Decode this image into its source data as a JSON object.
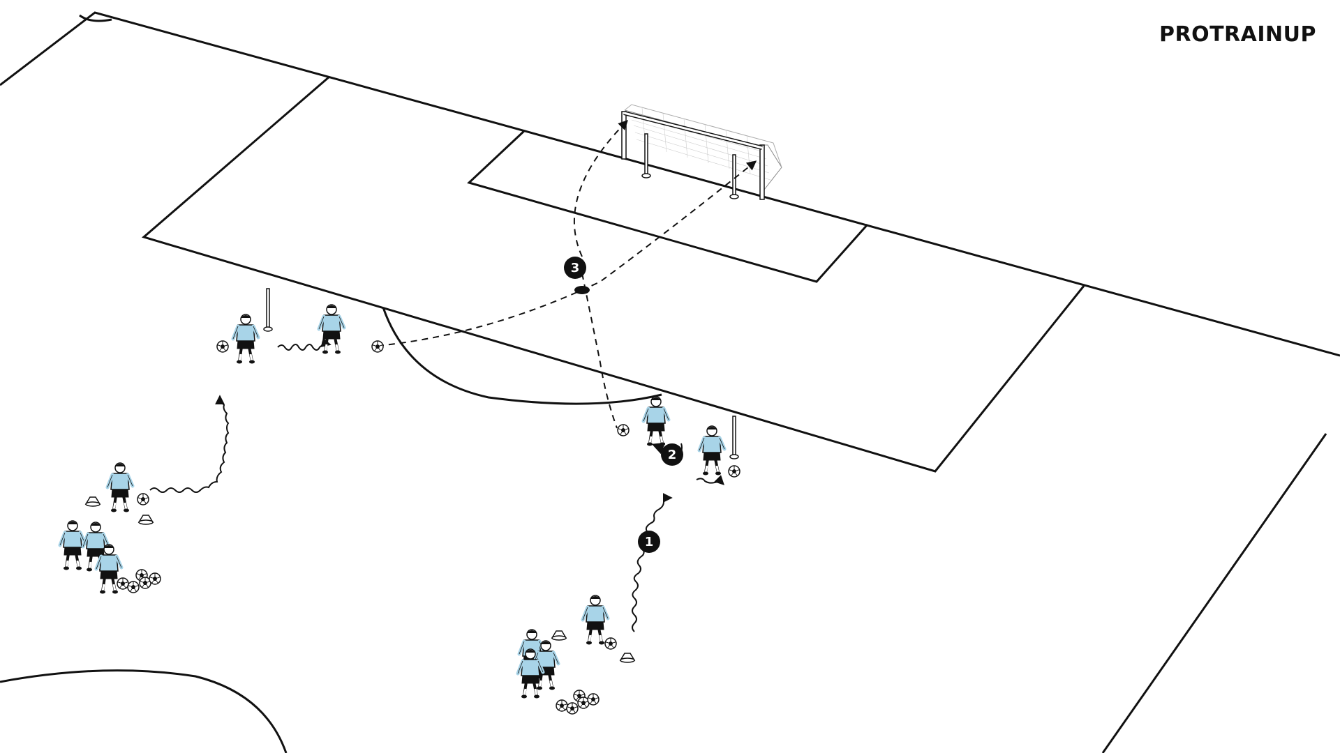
{
  "brand": {
    "name": "PROTRAINUP"
  },
  "steps": [
    {
      "id": "1",
      "label": "1"
    },
    {
      "id": "2",
      "label": "2"
    },
    {
      "id": "3",
      "label": "3"
    }
  ],
  "colors": {
    "player_shirt": "#a8d4e8",
    "player_shorts": "#111111",
    "lines": "#111111",
    "pitch": "#ffffff",
    "badge": "#111111",
    "badge_text": "#ffffff"
  }
}
